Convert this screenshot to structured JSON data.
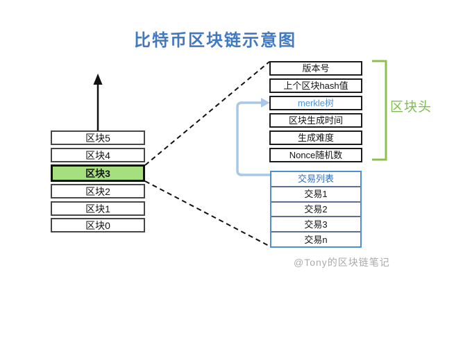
{
  "title": "比特币区块链示意图",
  "chain": {
    "blocks": [
      "区块5",
      "区块4",
      "区块3",
      "区块2",
      "区块1",
      "区块0"
    ],
    "highlighted_block": "区块3"
  },
  "block_header": {
    "label": "区块头",
    "fields": [
      "版本号",
      "上个区块hash值",
      "merkle树",
      "区块生成时间",
      "生成难度",
      "Nonce随机数"
    ]
  },
  "transaction_list": {
    "header": "交易列表",
    "items": [
      "交易1",
      "交易2",
      "交易3",
      "交易n"
    ]
  },
  "watermark": "@Tony的区块链笔记",
  "colors": {
    "title_blue": "#4178C0",
    "merkle_text_blue": "#4E94D6",
    "tx_border_blue": "#4E8FD3",
    "connector_blue": "#A9C7E9",
    "bracket_green": "#8CC152",
    "header_label_green": "#7CBF4D",
    "highlight_green": "#A6DF7D",
    "watermark_gray": "#ABABAB"
  }
}
